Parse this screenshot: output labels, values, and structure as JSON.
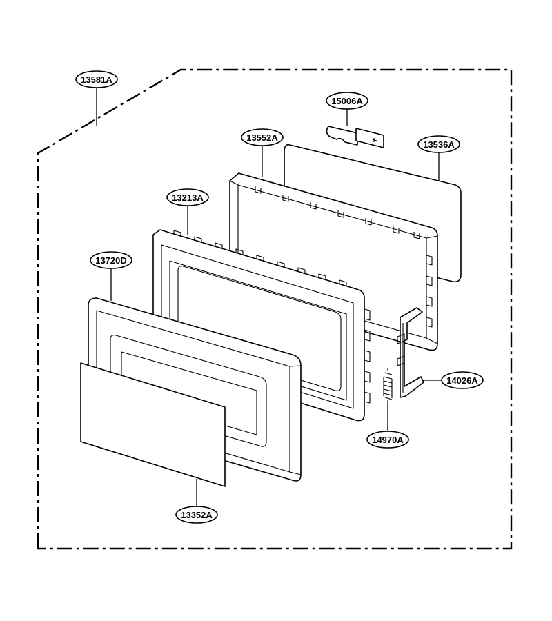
{
  "labels": {
    "frame": "13581A",
    "latch_lever": "15006A",
    "door_frame": "13552A",
    "choke_cover": "13536A",
    "door_panel": "13213A",
    "door_front": "13720D",
    "door_glass": "13352A",
    "latch_hook": "14026A",
    "spring": "14970A"
  }
}
